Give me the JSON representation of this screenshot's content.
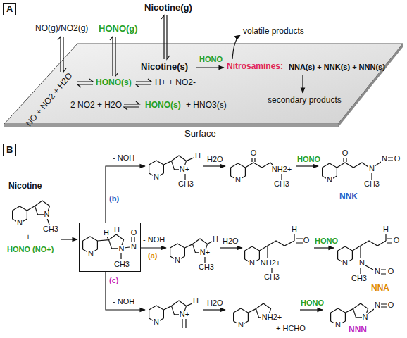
{
  "diagram": {
    "nodes": [
      {
        "text": [
          "A"
        ]
      },
      {
        "text": [
          "B"
        ]
      },
      {
        "text": [
          "N",
          "N",
          "N",
          "O",
          "CH3",
          "H",
          "H"
        ]
      }
    ],
    "labels": [
      "Nicotine(g)",
      "NO(g)/NO2(g)",
      "HONO(g)",
      "volatile products",
      "Nicotine(s)",
      "HONO",
      "Nitrosamines:",
      "NNA(s) + NNK(s) + NNN(s)",
      "NO + NO2 + H2O",
      "HONO(s)",
      "H+ + NO2-",
      "2 NO2 + H2O",
      "HONO(s)",
      "+ HNO3(s)",
      "secondary products",
      "Surface",
      "Nicotine",
      "N",
      "N",
      "CH3",
      "+",
      "HONO (NO+)",
      "- NOH",
      "(b)",
      "- NOH",
      "(a)",
      "(c)",
      "- NOH",
      "N",
      "N+",
      "CH3",
      "H",
      "H2O",
      "N",
      "O",
      "NH2+",
      "CH3",
      "HONO",
      "N",
      "O",
      "N",
      "N",
      "O",
      "CH3",
      "NNK",
      "N",
      "N+",
      "CH3",
      "H",
      "H2O",
      "N",
      "NH2+",
      "CH3",
      "H",
      "O",
      "HONO",
      "N",
      "N",
      "N",
      "O",
      "CH3",
      "H",
      "O",
      "NNA",
      "N",
      "N+",
      "H",
      "H2O",
      "N",
      "NH2+",
      "+ HCHO",
      "HONO",
      "N",
      "N",
      "N",
      "O",
      "NNN"
    ]
  }
}
